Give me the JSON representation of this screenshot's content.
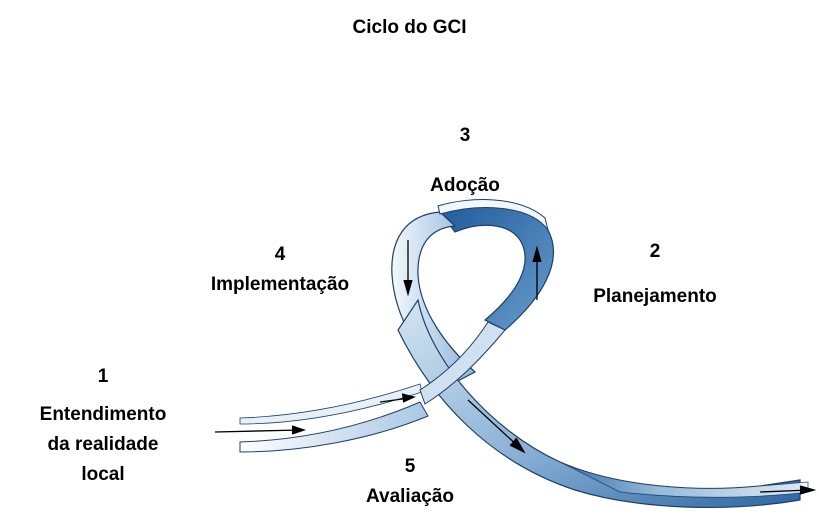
{
  "title": "Ciclo do GCI",
  "stages": {
    "s1": {
      "number": "1",
      "label_line1": "Entendimento",
      "label_line2": "da realidade",
      "label_line3": "local"
    },
    "s2": {
      "number": "2",
      "label": "Planejamento"
    },
    "s3": {
      "number": "3",
      "label": "Adoção"
    },
    "s4": {
      "number": "4",
      "label": "Implementação"
    },
    "s5": {
      "number": "5",
      "label": "Avaliação"
    }
  },
  "colors": {
    "ribbon_light": "#e9f2f9",
    "ribbon_mid": "#9ec1df",
    "ribbon_dark": "#2d6aa8",
    "outline": "#1f3f66",
    "text": "#000000"
  }
}
